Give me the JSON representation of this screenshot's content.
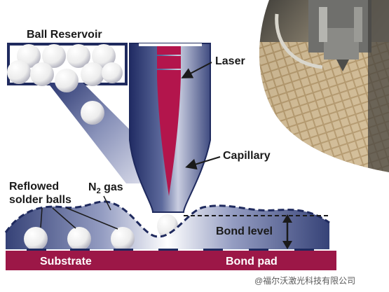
{
  "labels": {
    "ball_reservoir": "Ball Reservoir",
    "laser": "Laser",
    "capillary": "Capillary",
    "reflowed_line1": "Reflowed",
    "reflowed_line2": "solder balls",
    "n2_prefix": "N",
    "n2_sub": "2",
    "n2_suffix": " gas",
    "bond_level": "Bond level",
    "substrate": "Substrate",
    "bond_pad": "Bond pad",
    "watermark": "@福尔沃激光科技有限公司"
  },
  "colors": {
    "substrate_bar": "#9c1747",
    "laser_beam": "#b3154c",
    "capillary_dark": "#25336e",
    "capillary_light": "#d9dbe9",
    "navy_outline": "#1f2a5e",
    "ball_white": "#f4f4f4"
  }
}
